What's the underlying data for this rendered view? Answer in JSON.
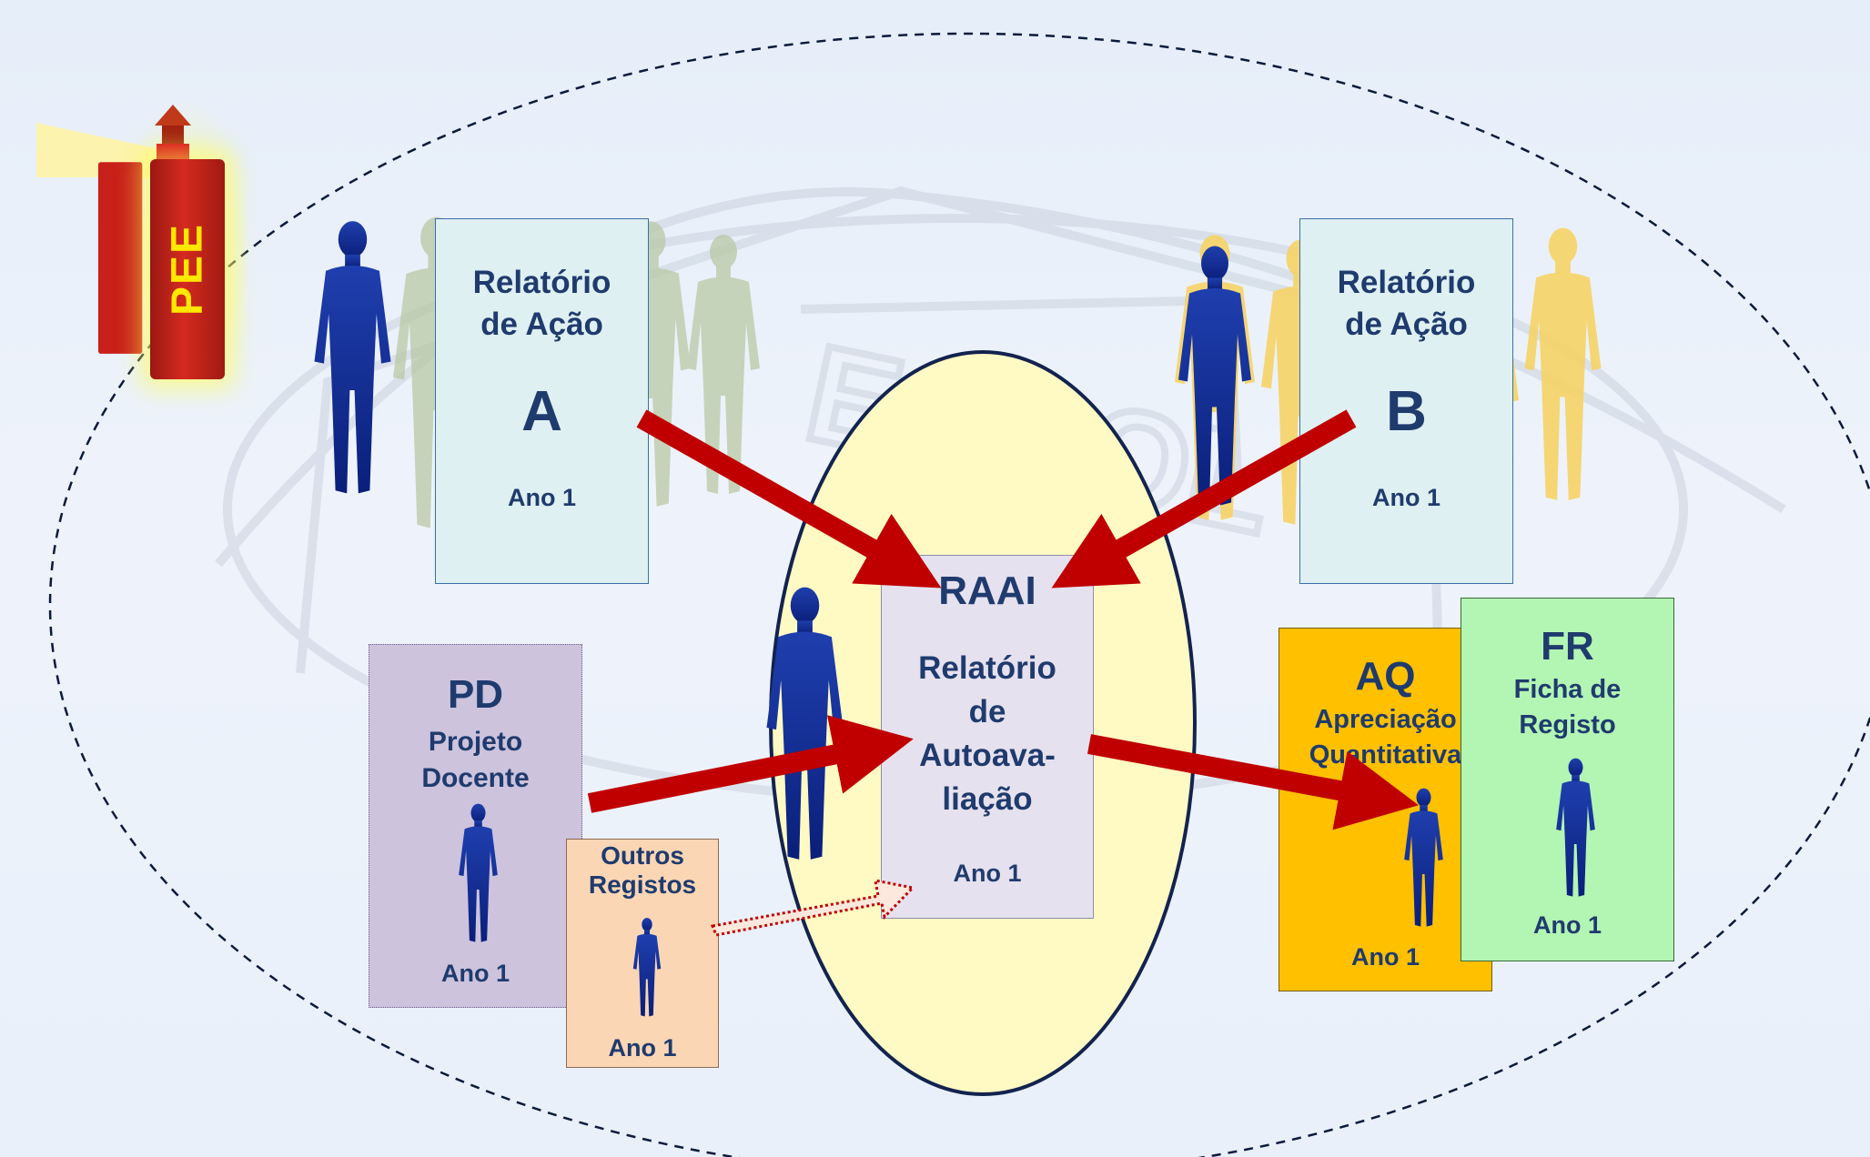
{
  "lighthouse": {
    "label": "PEE"
  },
  "report_a": {
    "title_line1": "Relatório",
    "title_line2": "de Ação",
    "letter": "A",
    "year": "Ano 1"
  },
  "report_b": {
    "title_line1": "Relatório",
    "title_line2": "de Ação",
    "letter": "B",
    "year": "Ano 1"
  },
  "raai": {
    "acronym": "RAAI",
    "line1": "Relatório",
    "line2": "de",
    "line3": "Autoava-",
    "line4": "liação",
    "year": "Ano 1"
  },
  "pd": {
    "acronym": "PD",
    "line1": "Projeto",
    "line2": "Docente",
    "year": "Ano 1"
  },
  "outros": {
    "line1": "Outros",
    "line2": "Registos",
    "year": "Ano 1"
  },
  "aq": {
    "acronym": "AQ",
    "line1": "Apreciação",
    "line2": "Quantitativa",
    "year": "Ano 1"
  },
  "fr": {
    "acronym": "FR",
    "line1": "Ficha de",
    "line2": "Registo",
    "year": "Ano 1"
  },
  "colors": {
    "navy": "#1f3b6e",
    "arrow_red": "#c00000",
    "ellipse_fill": "#fff9c4",
    "report_fill": "#dff0f2",
    "raai_fill": "#e6e1ee",
    "pd_fill": "#cdc3dd",
    "outros_fill": "#fbd6b4",
    "aq_fill": "#ffc000",
    "fr_fill": "#b3f5b3",
    "lighthouse_red": "#c8201a"
  }
}
